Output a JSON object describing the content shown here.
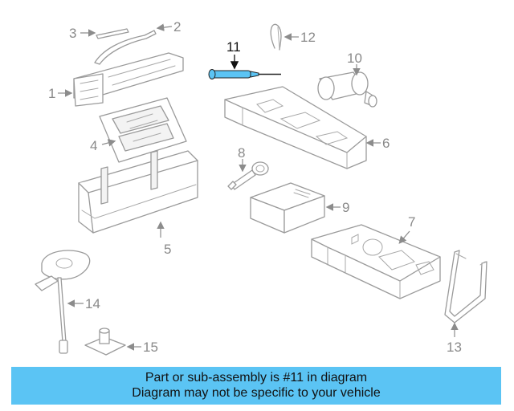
{
  "callouts": {
    "c1": "1",
    "c2": "2",
    "c3": "3",
    "c4": "4",
    "c5": "5",
    "c6": "6",
    "c7": "7",
    "c8": "8",
    "c9": "9",
    "c10": "10",
    "c11": "11",
    "c12": "12",
    "c13": "13",
    "c14": "14",
    "c15": "15"
  },
  "highlight_color": "#5bc4f4",
  "banner": {
    "line1": "Part or sub-assembly is #11 in diagram",
    "line2": "Diagram may not be specific to your vehicle"
  }
}
